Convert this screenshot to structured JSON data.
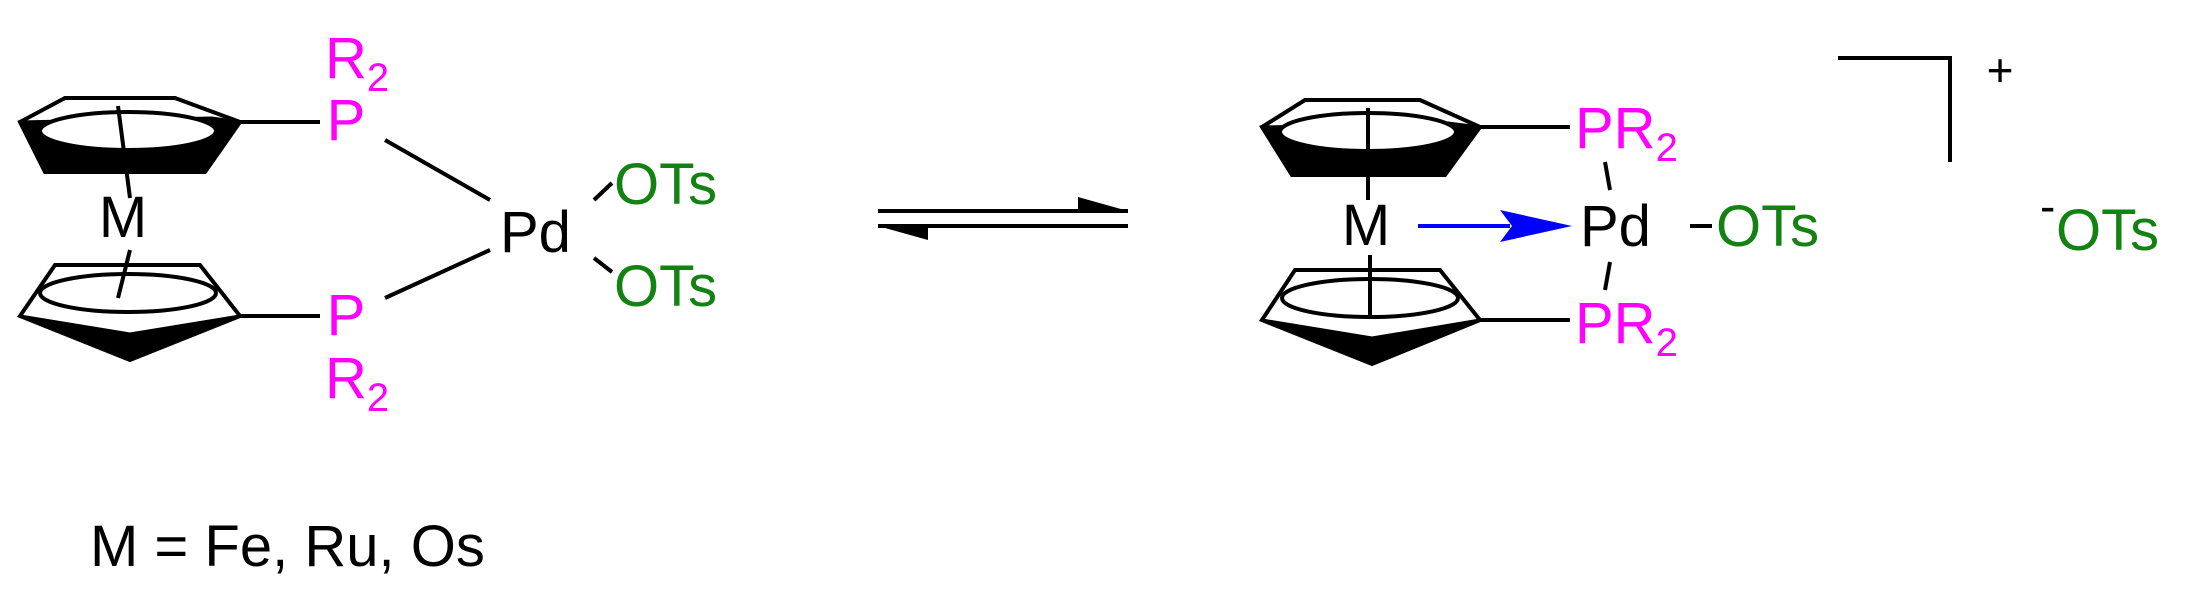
{
  "colors": {
    "phosphorus": "#ff00ff",
    "tosylate": "#138213",
    "dative_arrow": "#0000ff",
    "bonds": "#000000"
  },
  "left_complex": {
    "metal": "M",
    "p_top": "P",
    "r_top_main": "R",
    "r_top_sub": "2",
    "p_bottom": "P",
    "r_bottom_main": "R",
    "r_bottom_sub": "2",
    "palladium": "Pd",
    "ots_top": "OTs",
    "ots_bottom": "OTs"
  },
  "right_complex": {
    "metal": "M",
    "palladium": "Pd",
    "ots": "OTs",
    "pr2_top_p": "PR",
    "pr2_top_sub": "2",
    "pr2_bottom_p": "PR",
    "pr2_bottom_sub": "2",
    "charge": "+"
  },
  "counter_ion": {
    "charge": "-",
    "label": "OTs"
  },
  "caption": "M = Fe, Ru, Os"
}
